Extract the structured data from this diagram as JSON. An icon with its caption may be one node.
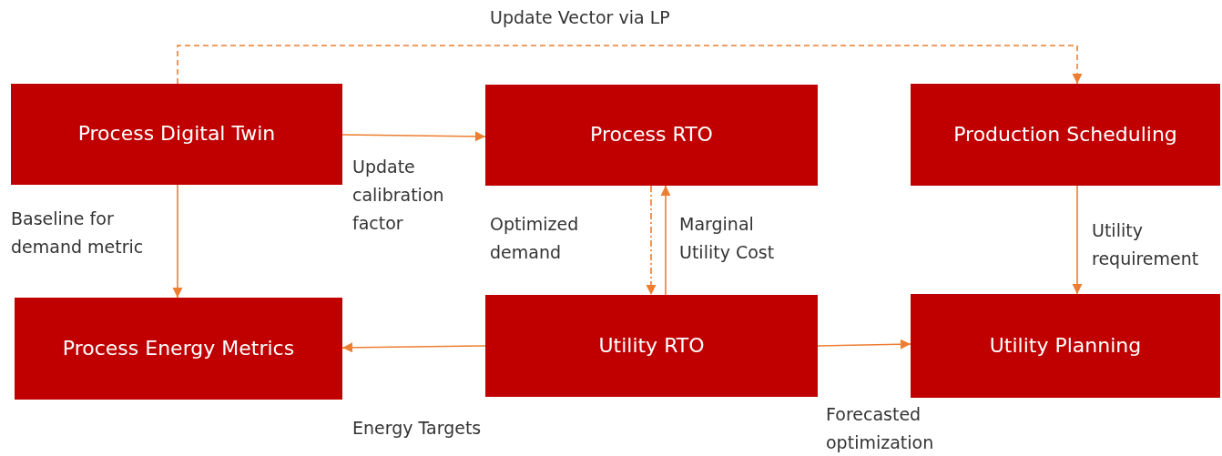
{
  "diagram": {
    "nodes": [
      {
        "text": [
          "Process Digital Twin"
        ]
      },
      {
        "text": [
          "Process RTO"
        ]
      },
      {
        "text": [
          "Production Scheduling"
        ]
      },
      {
        "text": [
          "Process Energy Metrics"
        ]
      },
      {
        "text": [
          "Utility RTO"
        ]
      },
      {
        "text": [
          "Utility Planning"
        ]
      }
    ],
    "edges": [
      {
        "from": 0,
        "to": 2,
        "arrow": "to",
        "label": "Update Vector via LP",
        "style": "dashed"
      },
      {
        "from": 0,
        "to": 1,
        "arrow": "to",
        "label": "Update calibration factor"
      },
      {
        "from": 0,
        "to": 3,
        "arrow": "to",
        "label": "Baseline for demand metric"
      },
      {
        "from": 1,
        "to": 4,
        "arrow": "to",
        "label": "Optimized demand",
        "style": "dashed"
      },
      {
        "from": 4,
        "to": 1,
        "arrow": "to",
        "label": "Marginal Utility Cost"
      },
      {
        "from": 2,
        "to": 5,
        "arrow": "to",
        "label": "Utility requirement"
      },
      {
        "from": 4,
        "to": 3,
        "arrow": "to",
        "label": "Energy Targets"
      },
      {
        "from": 4,
        "to": 5,
        "arrow": "to",
        "label": "Forecasted optimization"
      }
    ]
  }
}
